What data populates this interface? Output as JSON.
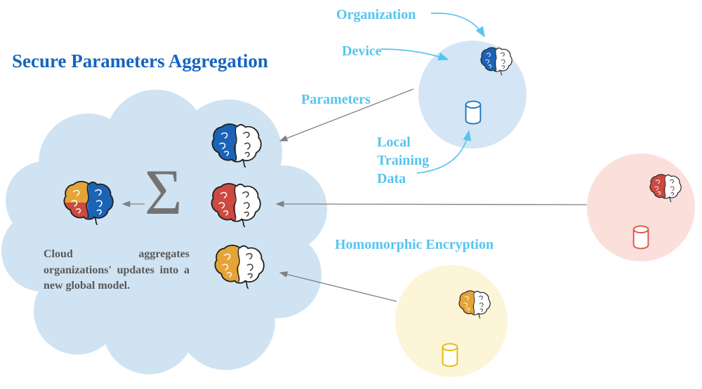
{
  "title": "Secure Parameters Aggregation",
  "labels": {
    "organization": "Organization",
    "device": "Device",
    "parameters": "Parameters",
    "local_training_data": "Local Training Data",
    "homomorphic_encryption": "Homomorphic Encryption"
  },
  "cloud": {
    "sigma": "Σ",
    "caption": "Cloud aggregates organizations' updates into a new global model."
  },
  "icons": {
    "brain": "brain-icon",
    "database": "database-cylinder-icon",
    "aggregation": "sigma-symbol"
  },
  "colors": {
    "title": "#1565c0",
    "label": "#58c4f0",
    "caption": "#595959",
    "sigma": "#737373",
    "arrow": "#808080",
    "cloud_fill": "#cfe3f2",
    "org_blue_fill": "#d4e6f5",
    "org_red_fill": "#fbdfdb",
    "org_yellow_fill": "#fdf5d8",
    "brain_blue": "#1b63b5",
    "brain_red": "#cc4a41",
    "brain_yellow": "#e5a437",
    "cylinder_blue": "#1f78c1",
    "cylinder_red": "#e0544a",
    "cylinder_yellow": "#e2bb00"
  }
}
